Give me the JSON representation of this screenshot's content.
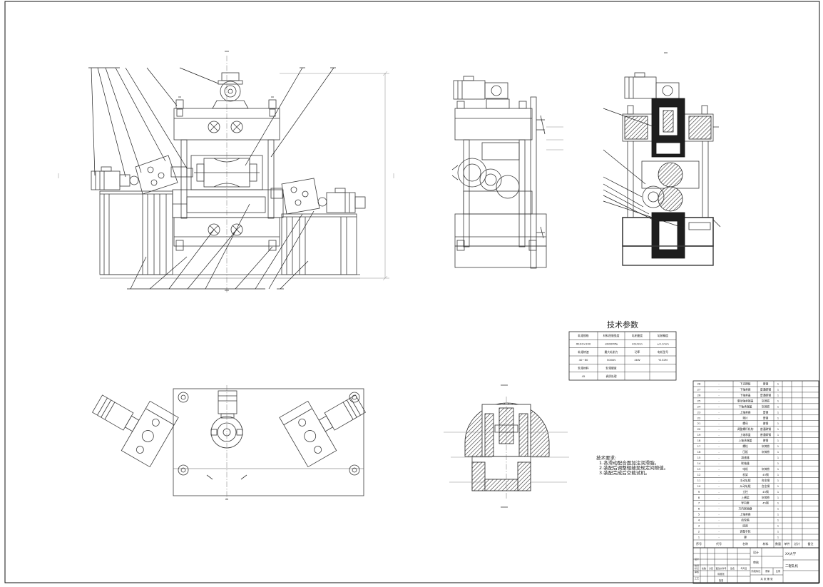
{
  "tech_params": {
    "title": "技术参数",
    "rows": [
      [
        "轧辊规格",
        "材料屈服强度",
        "轧制速度",
        "轧制精度"
      ],
      [
        "Φ190×200",
        "≤600MPa",
        "40r/min",
        "±0.1mm"
      ],
      [
        "轧辊转速",
        "最大轧制力",
        "功率",
        "电机型号"
      ],
      [
        "40~60",
        "500kN",
        "4kW",
        "Y132M"
      ],
      [
        "轧辊材料",
        "轧辊硬度",
        "",
        ""
      ],
      [
        "45",
        "调质处理",
        "",
        ""
      ]
    ]
  },
  "tech_requirements": {
    "title": "技术要求:",
    "lines": [
      "1.各滑动配合面加注润滑脂。",
      "2.装配后调整辊缝至规定间隙值。",
      "3.装配完成后空载试机。"
    ]
  },
  "bom": {
    "header": [
      "序号",
      "代号",
      "名称",
      "材料",
      "数量",
      "单件",
      "总计",
      "备注"
    ],
    "rows": [
      [
        "28",
        "-",
        "下支撑板",
        "普钢",
        "1"
      ],
      [
        "27",
        "-",
        "下轴承座",
        "普通碳钢",
        "1"
      ],
      [
        "26",
        "-",
        "下轴承盖",
        "普通碳钢",
        "1"
      ],
      [
        "25",
        "-",
        "滚动轴承端盖",
        "灰铸铁",
        "1"
      ],
      [
        "24",
        "-",
        "下轴承端盖",
        "灰铸铁",
        "1"
      ],
      [
        "23",
        "-",
        "上轴承座",
        "普钢",
        "1"
      ],
      [
        "22",
        "-",
        "垫片",
        "普钢",
        "1"
      ],
      [
        "21",
        "-",
        "螺母",
        "普钢",
        "1"
      ],
      [
        "20",
        "-",
        "调整螺杆机构",
        "普通碳钢",
        "1"
      ],
      [
        "19",
        "-",
        "上轴承盖",
        "普通碳钢",
        "1"
      ],
      [
        "18",
        "-",
        "上轴承端盖",
        "普钢",
        "1"
      ],
      [
        "17",
        "-",
        "螺栓",
        "灰铸铁",
        "1"
      ],
      [
        "16",
        "-",
        "压板",
        "灰铸铁",
        "1"
      ],
      [
        "15",
        "-",
        "减速器",
        "",
        "1"
      ],
      [
        "14",
        "-",
        "联轴器",
        "",
        "1"
      ],
      [
        "13",
        "-",
        "电机",
        "灰铸铁",
        "1"
      ],
      [
        "12",
        "-",
        "机架",
        "45钢",
        "1"
      ],
      [
        "11",
        "-",
        "主动轧辊",
        "合金钢",
        "1"
      ],
      [
        "10",
        "-",
        "从动轧辊",
        "合金钢",
        "1"
      ],
      [
        "9",
        "-",
        "立柱",
        "45钢",
        "1"
      ],
      [
        "8",
        "-",
        "上横梁",
        "灰铸铁",
        "1"
      ],
      [
        "7",
        "-",
        "导向套",
        "45钢",
        "1"
      ],
      [
        "6",
        "-",
        "万向联轴器",
        "",
        "1"
      ],
      [
        "5",
        "-",
        "上轴承座",
        "",
        "1"
      ],
      [
        "4",
        "-",
        "齿轮箱",
        "",
        "1"
      ],
      [
        "3",
        "-",
        "底座",
        "",
        "1"
      ],
      [
        "2",
        "-",
        "调整手轮",
        "",
        "1"
      ],
      [
        "1",
        "-",
        "键",
        "",
        "1"
      ]
    ]
  },
  "title_block": {
    "designer_label": "设计",
    "review_label": "审核",
    "school": "XX大学",
    "drawing_name": "二辊轧机",
    "revision_headers": [
      "标记",
      "处数",
      "分区",
      "更改文件号",
      "签名",
      "年月日"
    ],
    "left_labels": [
      "设计",
      "校对",
      "审核",
      "工艺"
    ],
    "standard_label": "标准化",
    "approve_label": "批准",
    "stage_headers": [
      "阶段标记",
      "重量",
      "比例"
    ],
    "sheet_label": "共 张 第 张"
  }
}
